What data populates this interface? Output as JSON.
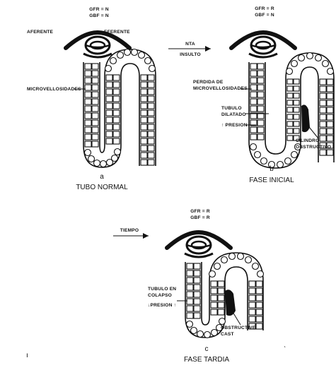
{
  "panel_a": {
    "gfr": "GFR = N",
    "gbf": "GBF = N",
    "afferent": "AFERENTE",
    "efferent": "EFERENTE",
    "microvilli": "MICROVELLOSIDADES",
    "letter": "a",
    "caption": "TUBO NORMAL"
  },
  "transition_1": {
    "top": "NTA",
    "bottom": "INSULTO"
  },
  "panel_b": {
    "gfr": "GFR = R",
    "gbf": "GBF = N",
    "loss_line1": "PERDIDA DE",
    "loss_line2": "MICROVELLOSIDADES",
    "dilated_line1": "TUBULO",
    "dilated_line2": "DILATADO",
    "pressure": "↑ PRESION",
    "cast_line1": "CILINDRO",
    "cast_line2": "OBSTRUCTIVO",
    "letter": "b",
    "caption": "FASE INICIAL"
  },
  "transition_2": {
    "top": "TIEMPO"
  },
  "panel_c": {
    "gfr": "GFR = R",
    "gbf": "GBF = R",
    "collapse_line1": "TUBULO EN",
    "collapse_line2": "COLAPSO",
    "pressure": "↓PRESION ↑",
    "cast_line1": "OBSTRUCTIVE",
    "cast_line2": "CAST",
    "letter": "c",
    "caption": "FASE TARDIA"
  },
  "stray_marks": {
    "left": "ı",
    "right": "ˋ"
  }
}
